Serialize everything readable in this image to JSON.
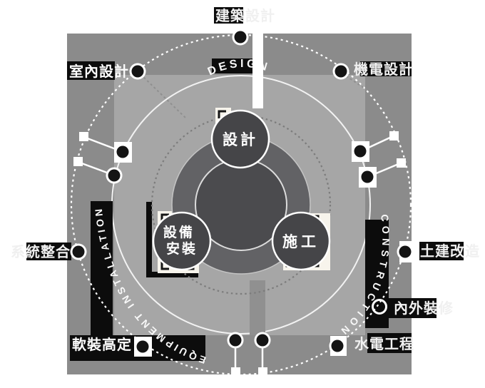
{
  "colors": {
    "page_bg": "#ffffff",
    "square_outer": "#8b8b8b",
    "square_inner": "#a6a6a6",
    "band_black": "#0c0c0c",
    "donut_ring": "#626265",
    "donut_core": "#4b4b4e",
    "node_fill": "#454548",
    "cream": "#f7f4ec",
    "white": "#ffffff"
  },
  "center": {
    "nodes": [
      {
        "label": "設計"
      },
      {
        "line1": "設備",
        "line2": "安裝"
      },
      {
        "label": "施工"
      }
    ]
  },
  "arcs": {
    "design": "DESIGN",
    "equipment": "EQUIPMENT INSTALLATION",
    "construction": "CONSTRUCTION"
  },
  "labels": {
    "top": "建築設計",
    "top_left": "室內設計",
    "top_right": "機電設計",
    "left": "系統整合",
    "right": "土建改造",
    "right_lower": "內外裝修",
    "bottom_right": "水電工程",
    "bottom_left": "軟裝高定"
  }
}
